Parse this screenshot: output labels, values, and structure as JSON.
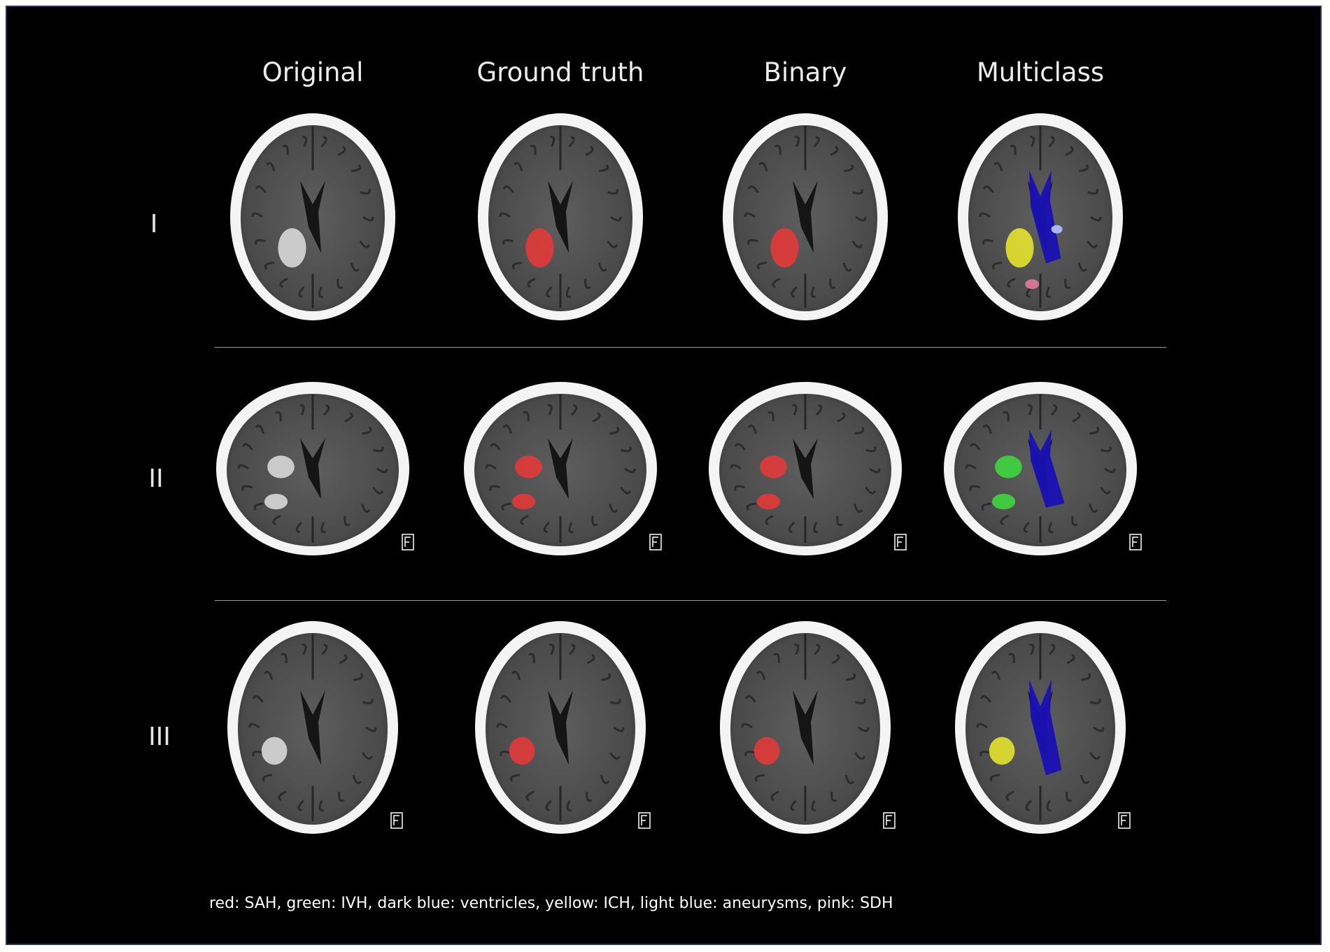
{
  "columns": [
    "Original",
    "Ground truth",
    "Binary",
    "Multiclass"
  ],
  "rows": [
    "I",
    "II",
    "III"
  ],
  "legend": "red: SAH, green: IVH, dark blue: ventricles, yellow: ICH, light blue: aneurysms, pink: SDH",
  "colors": {
    "SAH": "#e03a3a",
    "IVH": "#3fd23f",
    "ventricles": "#1a10b4",
    "ICH": "#e2e02e",
    "aneurysms": "#a6b6ff",
    "SDH": "#e07aa0"
  }
}
